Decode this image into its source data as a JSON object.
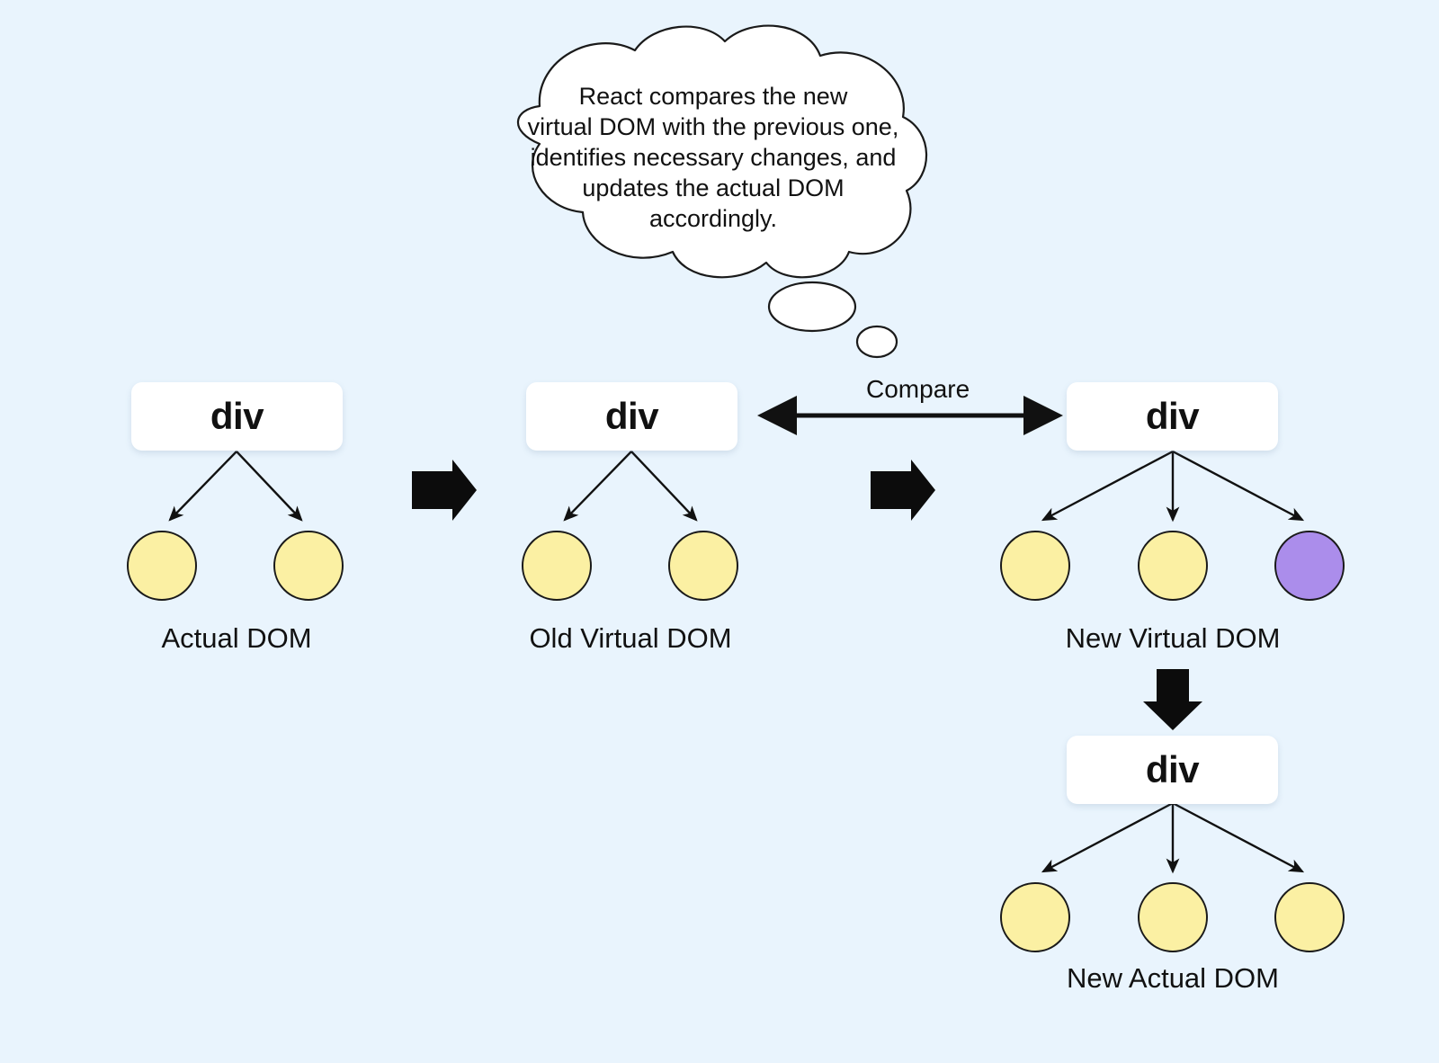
{
  "background_color": "#e9f4fd",
  "colors": {
    "background": "#e9f4fd",
    "node_box": "#ffffff",
    "leaf_yellow": "#fbf0a3",
    "leaf_purple": "#ab8deb",
    "stroke": "#1a1a1a",
    "text": "#111111"
  },
  "thought_bubble": {
    "name": "thought-bubble",
    "lines": [
      "React compares the new",
      "virtual DOM with the previous one,",
      "identifies necessary changes, and",
      "updates the actual DOM",
      "accordingly."
    ],
    "full_text": "React compares the new virtual DOM with the previous one, identifies necessary changes, and updates the actual DOM accordingly."
  },
  "compare": {
    "label": "Compare"
  },
  "trees": [
    {
      "id": "actual-dom",
      "root_label": "div",
      "caption": "Actual DOM",
      "children": [
        {
          "color": "#fbf0a3",
          "name": "leaf-yellow"
        },
        {
          "color": "#fbf0a3",
          "name": "leaf-yellow"
        }
      ]
    },
    {
      "id": "old-virtual-dom",
      "root_label": "div",
      "caption": "Old Virtual DOM",
      "children": [
        {
          "color": "#fbf0a3",
          "name": "leaf-yellow"
        },
        {
          "color": "#fbf0a3",
          "name": "leaf-yellow"
        }
      ]
    },
    {
      "id": "new-virtual-dom",
      "root_label": "div",
      "caption": "New Virtual DOM",
      "children": [
        {
          "color": "#fbf0a3",
          "name": "leaf-yellow"
        },
        {
          "color": "#fbf0a3",
          "name": "leaf-yellow"
        },
        {
          "color": "#ab8deb",
          "name": "leaf-purple"
        }
      ]
    },
    {
      "id": "new-actual-dom",
      "root_label": "div",
      "caption": "New Actual DOM",
      "children": [
        {
          "color": "#fbf0a3",
          "name": "leaf-yellow"
        },
        {
          "color": "#fbf0a3",
          "name": "leaf-yellow"
        },
        {
          "color": "#fbf0a3",
          "name": "leaf-yellow"
        }
      ]
    }
  ],
  "flow_arrows": [
    {
      "name": "arrow-actual-to-old-virtual",
      "direction": "right"
    },
    {
      "name": "arrow-old-to-new-virtual",
      "direction": "right"
    },
    {
      "name": "arrow-new-virtual-to-new-actual",
      "direction": "down"
    }
  ]
}
